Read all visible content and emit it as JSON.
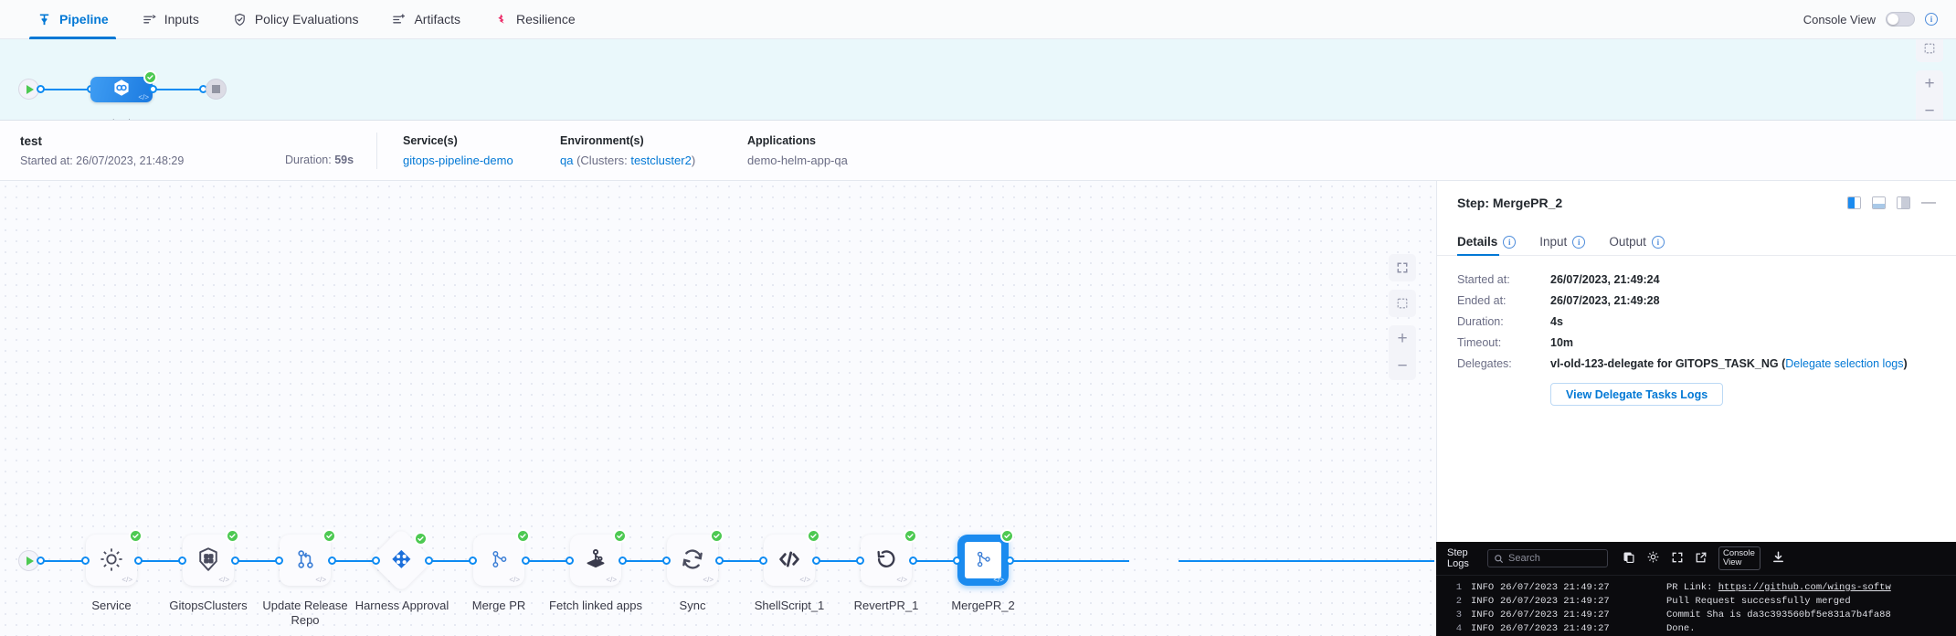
{
  "topnav": {
    "tabs": [
      {
        "label": "Pipeline",
        "icon": "pipeline-icon",
        "active": true
      },
      {
        "label": "Inputs",
        "icon": "inputs-icon",
        "active": false
      },
      {
        "label": "Policy Evaluations",
        "icon": "shield-check-icon",
        "active": false
      },
      {
        "label": "Artifacts",
        "icon": "artifacts-icon",
        "active": false
      },
      {
        "label": "Resilience",
        "icon": "resilience-icon",
        "active": false
      }
    ],
    "console_view_label": "Console View",
    "console_view_on": false,
    "info_glyph": "i"
  },
  "ministrip": {
    "stage_label": "test",
    "start_icon": "play-icon",
    "end_icon": "stop-icon",
    "status": "success",
    "controls": [
      {
        "name": "fit-to-screen-button",
        "glyph": "⬚"
      },
      {
        "name": "zoom-in-button",
        "glyph": "+"
      },
      {
        "name": "zoom-out-button",
        "glyph": "−"
      }
    ]
  },
  "summary": {
    "title": "test",
    "started_label": "Started at:",
    "started_value": "26/07/2023, 21:48:29",
    "duration_label": "Duration:",
    "duration_value": "59s",
    "service_head": "Service(s)",
    "service_value": "gitops-pipeline-demo",
    "environment_head": "Environment(s)",
    "environment_name": "qa",
    "environment_clusters_prefix": "(Clusters:",
    "environment_cluster": "testcluster2",
    "environment_clusters_suffix": ")",
    "applications_head": "Applications",
    "applications_value": "demo-helm-app-qa"
  },
  "graph": {
    "steps": [
      {
        "label": "Service",
        "icon": "gear-icon",
        "status": "success",
        "selected": false
      },
      {
        "label": "GitopsClusters",
        "icon": "kubernetes-icon",
        "status": "success",
        "selected": false
      },
      {
        "label": "Update Release Repo",
        "icon": "branch-merge-icon",
        "status": "success",
        "selected": false
      },
      {
        "label": "Harness Approval",
        "icon": "harness-diamond-icon",
        "status": "success",
        "selected": false
      },
      {
        "label": "Merge PR",
        "icon": "pull-request-icon",
        "status": "success",
        "selected": false
      },
      {
        "label": "Fetch linked apps",
        "icon": "gitops-apps-icon",
        "status": "success",
        "selected": false
      },
      {
        "label": "Sync",
        "icon": "sync-icon",
        "status": "success",
        "selected": false
      },
      {
        "label": "ShellScript_1",
        "icon": "code-brackets-icon",
        "status": "success",
        "selected": false
      },
      {
        "label": "RevertPR_1",
        "icon": "revert-icon",
        "status": "success",
        "selected": false
      },
      {
        "label": "MergePR_2",
        "icon": "pull-request-icon",
        "status": "success",
        "selected": true
      }
    ],
    "controls": [
      {
        "name": "fullscreen-button",
        "glyph": "⛶"
      },
      {
        "name": "fit-to-screen-button",
        "glyph": "⬚"
      },
      {
        "name": "zoom-in-button",
        "glyph": "+"
      },
      {
        "name": "zoom-out-button",
        "glyph": "−"
      }
    ]
  },
  "step_panel": {
    "title": "Step: MergePR_2",
    "tabs": [
      {
        "label": "Details",
        "active": true
      },
      {
        "label": "Input",
        "active": false
      },
      {
        "label": "Output",
        "active": false
      }
    ],
    "details": [
      {
        "key": "Started at:",
        "value": "26/07/2023, 21:49:24"
      },
      {
        "key": "Ended at:",
        "value": "26/07/2023, 21:49:28"
      },
      {
        "key": "Duration:",
        "value": "4s"
      },
      {
        "key": "Timeout:",
        "value": "10m"
      }
    ],
    "delegates_key": "Delegates:",
    "delegates_value": "vl-old-123-delegate for GITOPS_TASK_NG (",
    "delegates_link": "Delegate selection logs",
    "delegates_suffix": ")",
    "view_delegate_button": "View Delegate Tasks Logs"
  },
  "logs": {
    "title": "Step Logs",
    "search_placeholder": "Search",
    "console_view_label": "Console View",
    "icons": [
      {
        "name": "copy-icon"
      },
      {
        "name": "gear-icon"
      },
      {
        "name": "fullscreen-icon"
      },
      {
        "name": "open-external-icon"
      },
      {
        "name": "download-icon"
      }
    ],
    "lines": [
      {
        "n": "1",
        "level": "INFO",
        "time": "26/07/2023 21:49:27",
        "msg_prefix": "PR Link: ",
        "link": "https://github.com/wings-softw",
        "msg_suffix": ""
      },
      {
        "n": "2",
        "level": "INFO",
        "time": "26/07/2023 21:49:27",
        "msg_prefix": "Pull Request successfully merged",
        "link": "",
        "msg_suffix": ""
      },
      {
        "n": "3",
        "level": "INFO",
        "time": "26/07/2023 21:49:27",
        "msg_prefix": "Commit Sha is da3c393560bf5e831a7b4fa88",
        "link": "",
        "msg_suffix": ""
      },
      {
        "n": "4",
        "level": "INFO",
        "time": "26/07/2023 21:49:27",
        "msg_prefix": "Done.",
        "link": "",
        "msg_suffix": ""
      }
    ]
  },
  "colors": {
    "accent": "#0278d5",
    "node_selected": "#1b8bef",
    "success": "#4dc952",
    "link_line": "#0d8bf2",
    "ministrip_bg": "#eaf8fb",
    "console_bg": "#0b0b0e"
  }
}
